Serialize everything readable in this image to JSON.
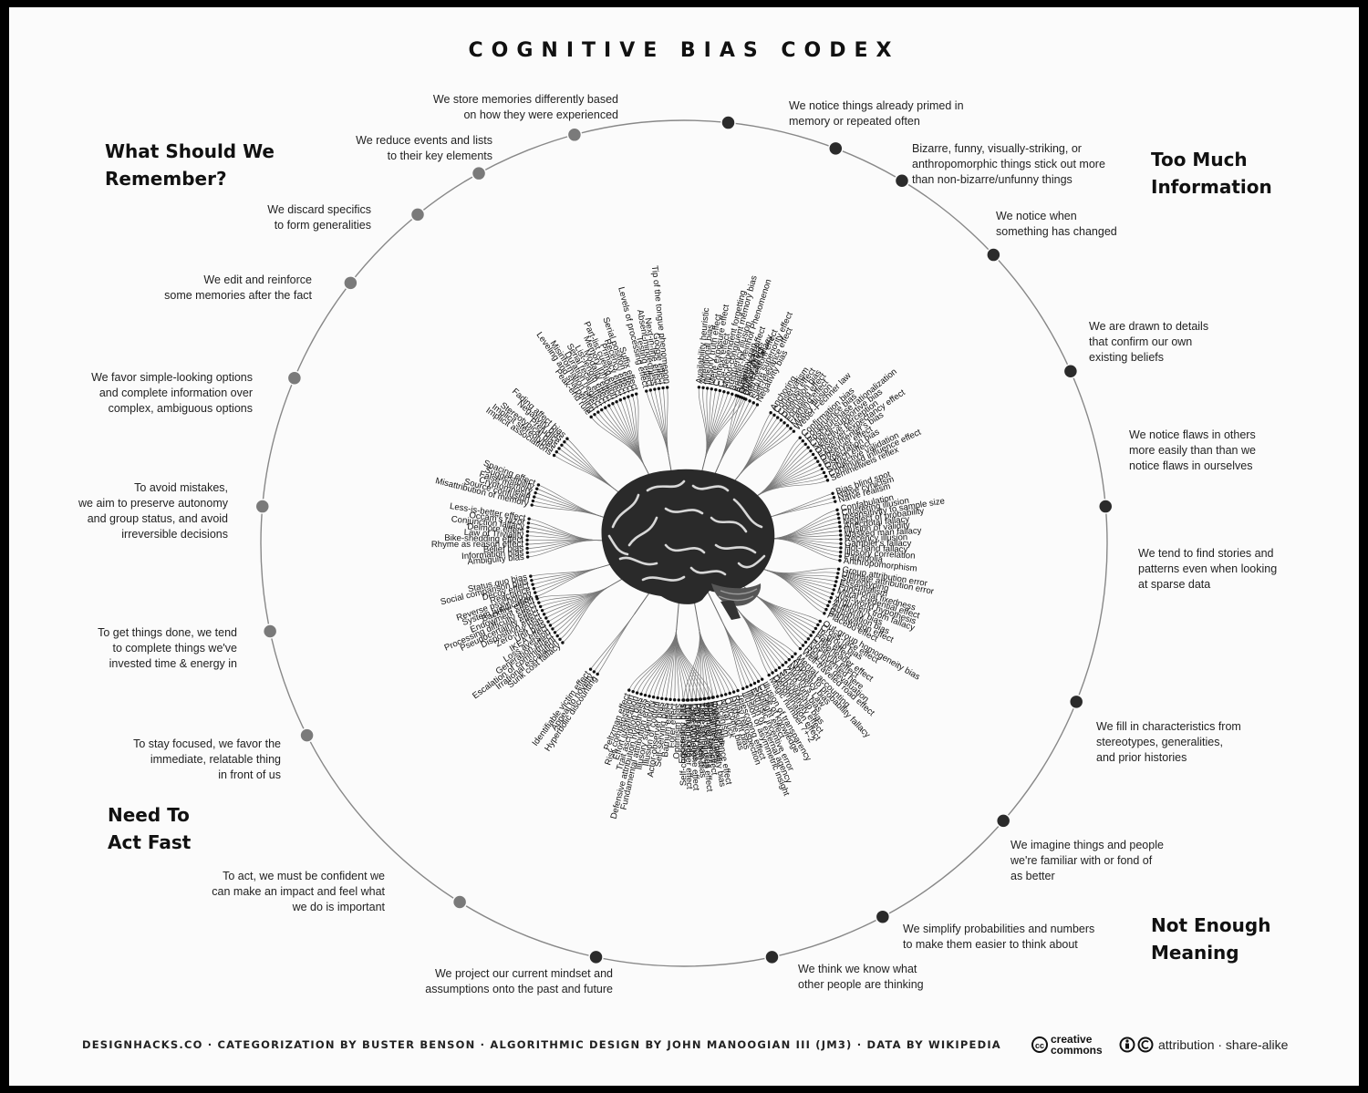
{
  "title": "COGNITIVE BIAS CODEX",
  "quadrants": [
    {
      "lines": [
        "What Should We",
        "Remember?"
      ]
    },
    {
      "lines": [
        "Too Much",
        "Information"
      ]
    },
    {
      "lines": [
        "Not Enough",
        "Meaning"
      ]
    },
    {
      "lines": [
        "Need To",
        "Act Fast"
      ]
    }
  ],
  "groups": [
    {
      "label": [
        "We notice things already primed in",
        "memory or repeated often"
      ],
      "dark": true,
      "biases": [
        "Availability heuristic",
        "Attentional bias",
        "Illusory truth effect",
        "Mere exposure effect",
        "Context effect",
        "Cue-dependent forgetting",
        "Mood-congruent memory bias",
        "Frequency illusion",
        "Baader-Meinhof Phenomenon",
        "Empathy gap",
        "Omission bias",
        "Base rate fallacy"
      ]
    },
    {
      "label": [
        "Bizarre, funny, visually-striking, or",
        "anthropomorphic things stick out more",
        "than non-bizarre/unfunny things"
      ],
      "dark": true,
      "biases": [
        "Bizarreness effect",
        "Humor effect",
        "Von Restorff effect",
        "Picture superiority effect",
        "Self-relevance effect",
        "Negativity bias"
      ]
    },
    {
      "label": [
        "We notice when",
        "something has changed"
      ],
      "dark": true,
      "biases": [
        "Anchoring",
        "Conservatism",
        "Contrast effect",
        "Distinction bias",
        "Focusing effect",
        "Framing effect",
        "Money illusion",
        "Weber-Fechner law"
      ]
    },
    {
      "label": [
        "We are drawn to details",
        "that confirm our own",
        "existing beliefs"
      ],
      "dark": true,
      "biases": [
        "Confirmation bias",
        "Congruence bias",
        "Post-purchase rationalization",
        "Choice-supportive bias",
        "Selective perception",
        "Observer-expectancy effect",
        "Experimenter's bias",
        "Observer effect",
        "Expectation bias",
        "Ostrich effect",
        "Subjective validation",
        "Continued influence effect",
        "Semmelweis reflex"
      ]
    },
    {
      "label": [
        "We notice flaws in others",
        "more easily than than we",
        "notice flaws in ourselves"
      ],
      "dark": true,
      "biases": [
        "Bias blind spot",
        "Naïve cynicism",
        "Naïve realism"
      ]
    },
    {
      "label": [
        "We tend to find stories and",
        "patterns even when looking",
        "at sparse data"
      ],
      "dark": true,
      "biases": [
        "Confabulation",
        "Clustering illusion",
        "Insensitivity to sample size",
        "Neglect of probability",
        "Anecdotal fallacy",
        "Illusion of validity",
        "Masked man fallacy",
        "Recency illusion",
        "Gambler's fallacy",
        "Hot-hand fallacy",
        "Illusory correlation",
        "Pareidolia",
        "Anthropomorphism"
      ]
    },
    {
      "label": [
        "We fill in characteristics from",
        "stereotypes, generalities,",
        "and prior histories"
      ],
      "dark": true,
      "biases": [
        "Group attribution error",
        "Ultimate attribution error",
        "Stereotyping",
        "Essentialism",
        "Functional fixedness",
        "Moral credential effect",
        "Just-world hypothesis",
        "Argument from fallacy",
        "Authority bias",
        "Automation bias",
        "Bandwagon effect",
        "Placebo effect"
      ]
    },
    {
      "label": [
        "We imagine things and people",
        "we're familiar with or fond of",
        "as better"
      ],
      "dark": true,
      "biases": [
        "Out-group homogeneity bias",
        "Cross-race effect",
        "In-group bias",
        "Halo effect",
        "Cheerleader effect",
        "Positivity effect",
        "Not invented here",
        "Reactive devaluation",
        "Well-traveled road effect"
      ]
    },
    {
      "label": [
        "We simplify probabilities and numbers",
        "to make them easier to think about"
      ],
      "dark": true,
      "biases": [
        "Mental accounting",
        "Appeal to probability fallacy",
        "Normalcy bias",
        "Murphy's Law",
        "Zero sum bias",
        "Survivorship bias",
        "Subadditivity effect",
        "Denomination effect",
        "Magic number 7+-2"
      ]
    },
    {
      "label": [
        "We think we know what",
        "other people are thinking"
      ],
      "dark": true,
      "biases": [
        "Illusion of transparency",
        "Curse of knowledge",
        "Spotlight effect",
        "Extrinsic incentive error",
        "Illusion of external agency",
        "Illusion of asymmetric insight"
      ]
    },
    {
      "label": [
        "We project our current mindset and",
        "assumptions onto the past and future"
      ],
      "dark": true,
      "biases": [
        "Telescoping effect",
        "Rosy retrospection",
        "Hindsight bias",
        "Outcome bias",
        "Moral luck",
        "Declinism",
        "Impact bias",
        "Pessimism bias",
        "Planning fallacy",
        "Time-saving bias",
        "Pro-innovation bias",
        "Projection bias",
        "Restraint bias",
        "Self-consistency bias"
      ]
    },
    {
      "label": [
        "To act, we must be confident we",
        "can make an impact and feel what",
        "we do is important"
      ],
      "dark": false,
      "biases": [
        "Overconfidence effect",
        "Social desirability bias",
        "Third-person effect",
        "False consensus effect",
        "Hard-easy effect",
        "Lake Wobegone effect",
        "Dunning-Kruger effect",
        "Egocentric bias",
        "Optimism bias",
        "Forer effect",
        "Barnum effect",
        "Self-serving bias",
        "Actor-observer bias",
        "Illusion of control",
        "Illusory superiority",
        "Fundamental attribution error",
        "Defensive attribution hypothesis",
        "Trait ascription bias",
        "Effort justification",
        "Risk compensation",
        "Peltzman effect"
      ]
    },
    {
      "label": [
        "To stay focused, we favor the",
        "immediate, relatable thing",
        "in front of us"
      ],
      "dark": false,
      "biases": [
        "Hyperbolic discounting",
        "Appeal to novelty",
        "Identifiable victim effect"
      ]
    },
    {
      "label": [
        "To get things done, we tend",
        "to complete things we've",
        "invested time & energy in"
      ],
      "dark": false,
      "biases": [
        "Sunk cost fallacy",
        "Irrational escalation",
        "Escalation of commitment",
        "Generation effect",
        "Loss aversion",
        "IKEA effect",
        "Unit bias",
        "Zero-risk bias",
        "Disposition effect",
        "Pseudocertainty effect",
        "Processing difficulty effect",
        "Endowment effect",
        "Backfire effect"
      ]
    },
    {
      "label": [
        "To avoid mistakes,",
        "we aim to preserve autonomy",
        "and group status, and avoid",
        "irreversible decisions"
      ],
      "dark": false,
      "biases": [
        "System justification",
        "Reverse psychology",
        "Reactance",
        "Decoy effect",
        "Social comparison bias",
        "Status quo bias"
      ]
    },
    {
      "label": [
        "We favor simple-looking options",
        "and complete information over",
        "complex, ambiguous options"
      ],
      "dark": false,
      "biases": [
        "Ambiguity bias",
        "Information bias",
        "Belief bias",
        "Rhyme as reason effect",
        "Bike-shedding effect",
        "Law of Triviality",
        "Delmore effect",
        "Conjunction fallacy",
        "Occam's razor",
        "Less-is-better effect"
      ]
    },
    {
      "label": [
        "We edit and reinforce",
        "some memories after the fact"
      ],
      "dark": false,
      "biases": [
        "Misattribution of memory",
        "Source confusion",
        "Cryptomnesia",
        "False memory",
        "Suggestibility",
        "Spacing effect"
      ]
    },
    {
      "label": [
        "We discard specifics",
        "to form generalities"
      ],
      "dark": false,
      "biases": [
        "Implicit associations",
        "Implicit stereotypes",
        "Stereotypical bias",
        "Prejudice",
        "Negativity bias",
        "Fading affect bias"
      ]
    },
    {
      "label": [
        "We reduce events and lists",
        "to their key elements"
      ],
      "dark": false,
      "biases": [
        "Peak-end rule",
        "Leveling and sharpening",
        "Misinformation effect",
        "Duration neglect",
        "Serial recall effect",
        "List-length effect",
        "Modality effect",
        "Memory inhibition",
        "Part-list cueing effect",
        "Primacy effect",
        "Recency effect",
        "Serial position effect",
        "Suffix effect"
      ]
    },
    {
      "label": [
        "We store memories differently based",
        "on how they were experienced"
      ],
      "dark": false,
      "biases": [
        "Levels of processing effect",
        "Testing effect",
        "Absent-mindedness",
        "Next-in-line effect",
        "Google effect",
        "Tip of the tongue phenomenon"
      ]
    }
  ],
  "footer": {
    "credits": "DESIGNHACKS.CO · CATEGORIZATION BY BUSTER BENSON · ALGORITHMIC DESIGN BY JOHN MANOOGIAN III (JM3) · DATA BY WIKIPEDIA",
    "cc_top": "creative",
    "cc_bottom": "commons",
    "cc_mark": "cc",
    "license": "attribution · share-alike"
  },
  "colors": {
    "dark_dot": "#2b2b2b",
    "light_dot": "#7a7a7a",
    "circle": "#888888",
    "ink": "#111111"
  }
}
